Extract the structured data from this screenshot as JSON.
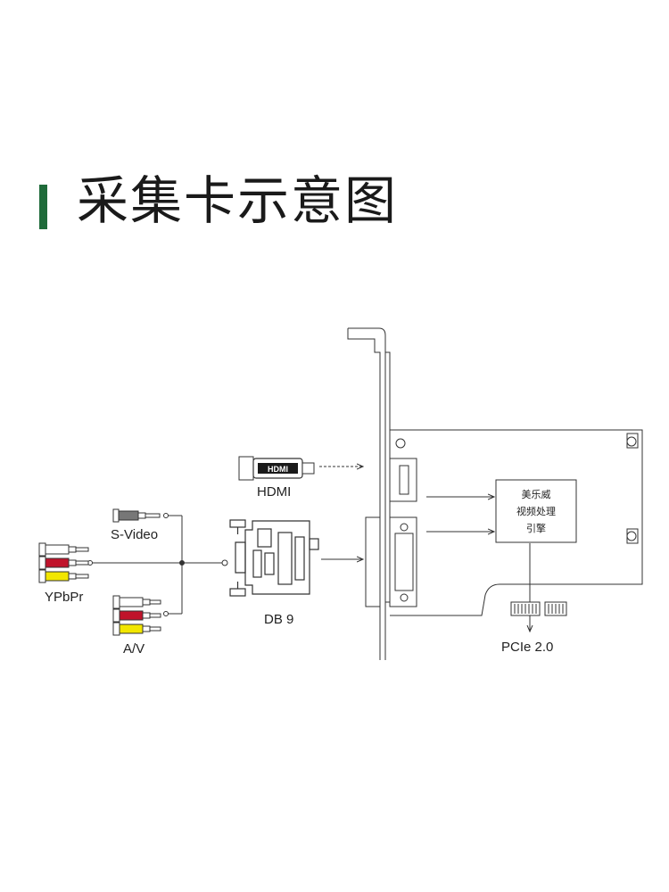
{
  "title": "采集卡示意图",
  "colors": {
    "accent": "#1f6b3a",
    "line": "#333333",
    "rca_red": "#c0132b",
    "rca_yellow": "#f2e600",
    "rca_white": "#ffffff"
  },
  "labels": {
    "hdmi": "HDMI",
    "hdmi_plug_text": "HDMI",
    "svideo": "S-Video",
    "ypbpr": "YPbPr",
    "av": "A/V",
    "db9": "DB 9",
    "pcie": "PCIe 2.0"
  },
  "chip": {
    "line1": "美乐威",
    "line2": "视频处理",
    "line3": "引擎"
  }
}
